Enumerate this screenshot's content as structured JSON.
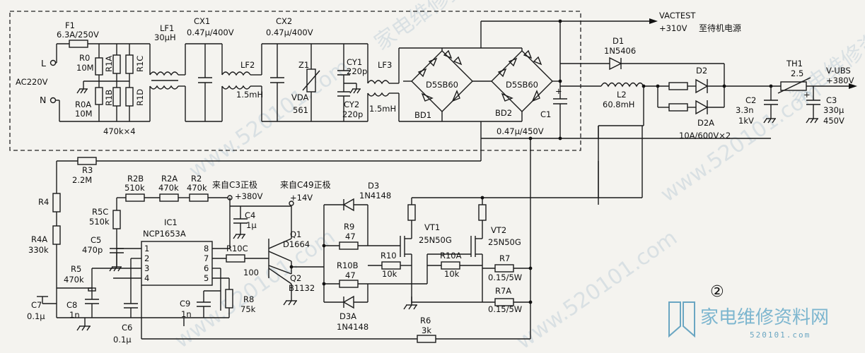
{
  "labels": {
    "F1": "F1",
    "F1v": "6.3A/250V",
    "L": "L",
    "N": "N",
    "AC": "AC220V",
    "R0": "R0",
    "R0v": "10M",
    "R0A": "R0A",
    "R0Av": "10M",
    "R1A": "R1A",
    "R1B": "R1B",
    "R1C": "R1C",
    "R1D": "R1D",
    "R1v": "470k×4",
    "LF1": "LF1",
    "LF1v": "30μH",
    "CX1": "CX1",
    "CX1v": "0.47μ/400V",
    "CX2": "CX2",
    "CX2v": "0.47μ/400V",
    "LF2": "LF2",
    "LF2v": "1.5mH",
    "Z1": "Z1",
    "VDA": "VDA",
    "VDAv": "561",
    "CY1": "CY1",
    "CY1v": "220p",
    "CY2": "CY2",
    "CY2v": "220p",
    "LF3": "LF3",
    "LF3v": "1.5mH",
    "BD1c": "D5SB60",
    "BD1": "BD1",
    "BD2c": "D5SB60",
    "BD2": "BD2",
    "C1": "C1",
    "C1v": "0.47μ/450V",
    "VACTEST": "VACTEST",
    "v310": "+310V",
    "standby": "至待机电源",
    "D1": "D1",
    "D1v": "1N5406",
    "L2": "L2",
    "L2v": "60.8mH",
    "D2": "D2",
    "D2A": "D2A",
    "D2v": "10A/600V×2",
    "C2": "C2",
    "C2v1": "3.3n",
    "C2v2": "1kV",
    "TH1": "TH1",
    "TH1v": "2.5",
    "VUBS": "V-UBS",
    "v380": "+380V",
    "C3": "C3",
    "C3v1": "330μ",
    "C3v2": "450V",
    "R3": "R3",
    "R3v": "2.2M",
    "R4": "R4",
    "R4A": "R4A",
    "R4Av": "330k",
    "R2B": "R2B",
    "R2Bv": "510k",
    "R2A": "R2A",
    "R2Av": "470k",
    "R2": "R2",
    "R2v": "470k",
    "fromC3": "来自C3正极",
    "p380": "+380V",
    "fromC49": "来自C49正极",
    "p14": "+14V",
    "R5C": "R5C",
    "R5Cv": "510k",
    "C5": "C5",
    "C5v": "470p",
    "IC1": "IC1",
    "IC1v": "NCP1653A",
    "pin1": "1",
    "pin2": "2",
    "pin3": "3",
    "pin4": "4",
    "pin5": "5",
    "pin6": "6",
    "pin7": "7",
    "pin8": "8",
    "C4": "C4",
    "C4v": "1μ",
    "R5": "R5",
    "R5v": "470k",
    "C7": "C7",
    "C7v": "0.1μ",
    "C8": "C8",
    "C8v": "1n",
    "C9": "C9",
    "C9v": "1n",
    "C6": "C6",
    "C6v": "0.1μ",
    "R10C": "R10C",
    "R10Cv": "100",
    "R8": "R8",
    "R8v": "75k",
    "Q1": "Q1",
    "Q1v": "D1664",
    "Q2": "Q2",
    "Q2v": "B1132",
    "D3": "D3",
    "D3v": "1N4148",
    "R9": "R9",
    "R9v": "47",
    "R10B": "R10B",
    "R10Bv": "47",
    "D3A": "D3A",
    "D3Av": "1N4148",
    "R10": "R10",
    "R10v": "10k",
    "VT1": "VT1",
    "VT1v": "25N50G",
    "VT2": "VT2",
    "VT2v": "25N50G",
    "R10A": "R10A",
    "R10Av": "10k",
    "R7": "R7",
    "R7v": "0.15/5W",
    "R7A": "R7A",
    "R7Av": "0.15/5W",
    "R6": "R6",
    "R6v": "3k",
    "figNo": "②",
    "wmCN": "家电维修资料网",
    "wmURL": "www.520101.com",
    "wmSite": "520101.com"
  }
}
